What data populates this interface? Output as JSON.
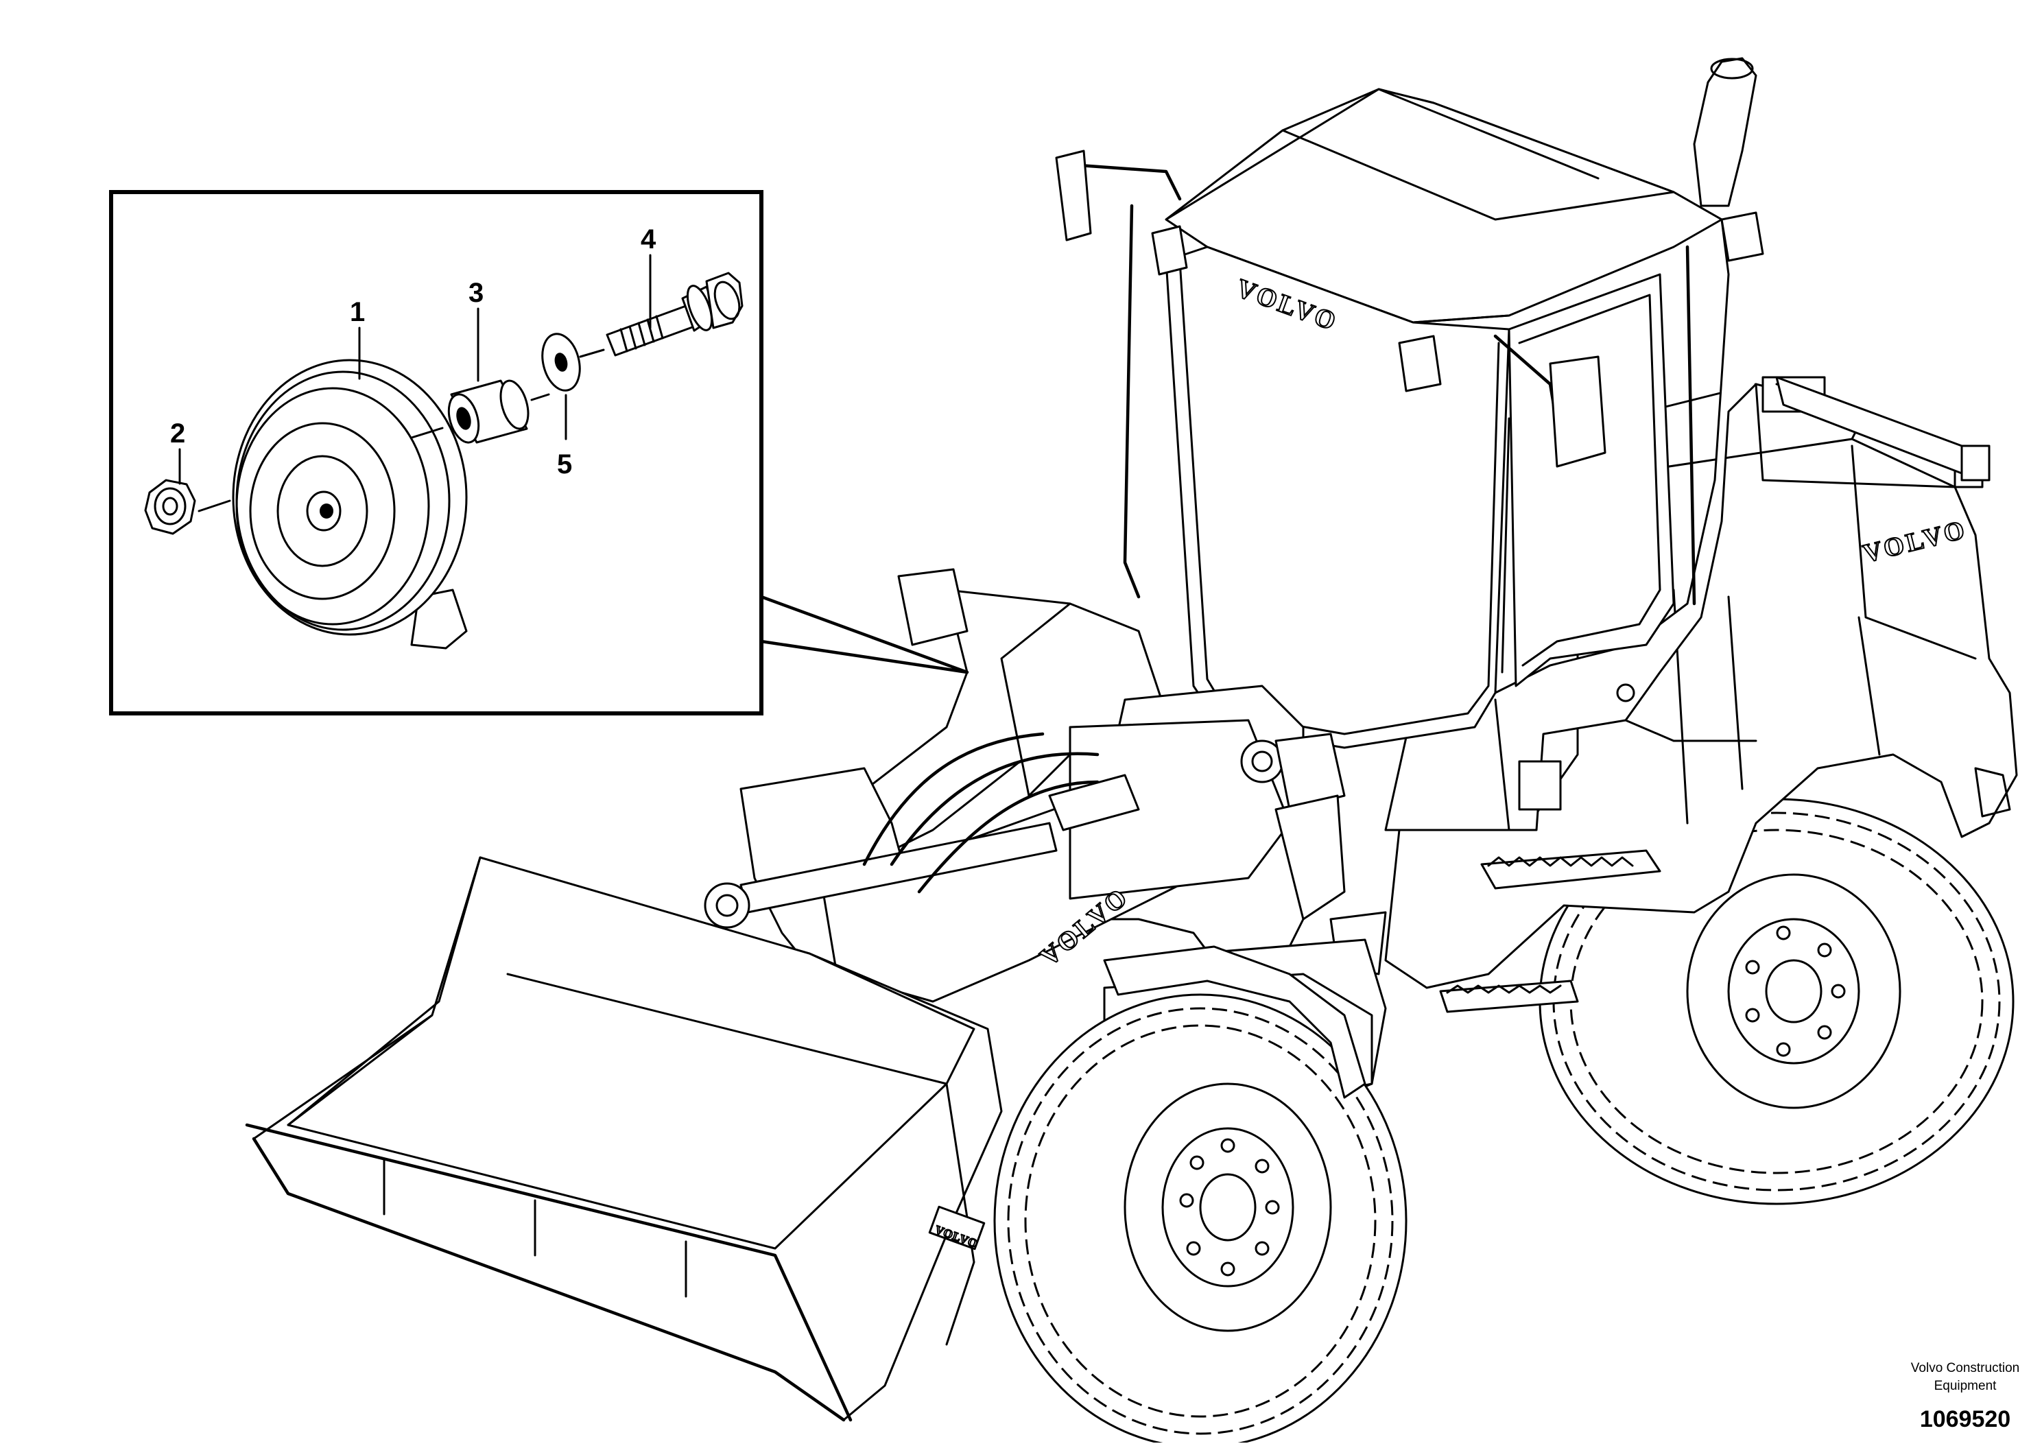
{
  "callouts": [
    {
      "number": "1",
      "part": "horn"
    },
    {
      "number": "2",
      "part": "nut"
    },
    {
      "number": "3",
      "part": "spacer sleeve"
    },
    {
      "number": "4",
      "part": "flange screw"
    },
    {
      "number": "5",
      "part": "washer"
    }
  ],
  "brand": {
    "cab": "VOLVO",
    "hood": "VOLVO",
    "boom": "VOLVO",
    "bucket": "VOLVO"
  },
  "footer": {
    "company_line1": "Volvo Construction",
    "company_line2": "Equipment",
    "illustration_number": "1069520"
  }
}
